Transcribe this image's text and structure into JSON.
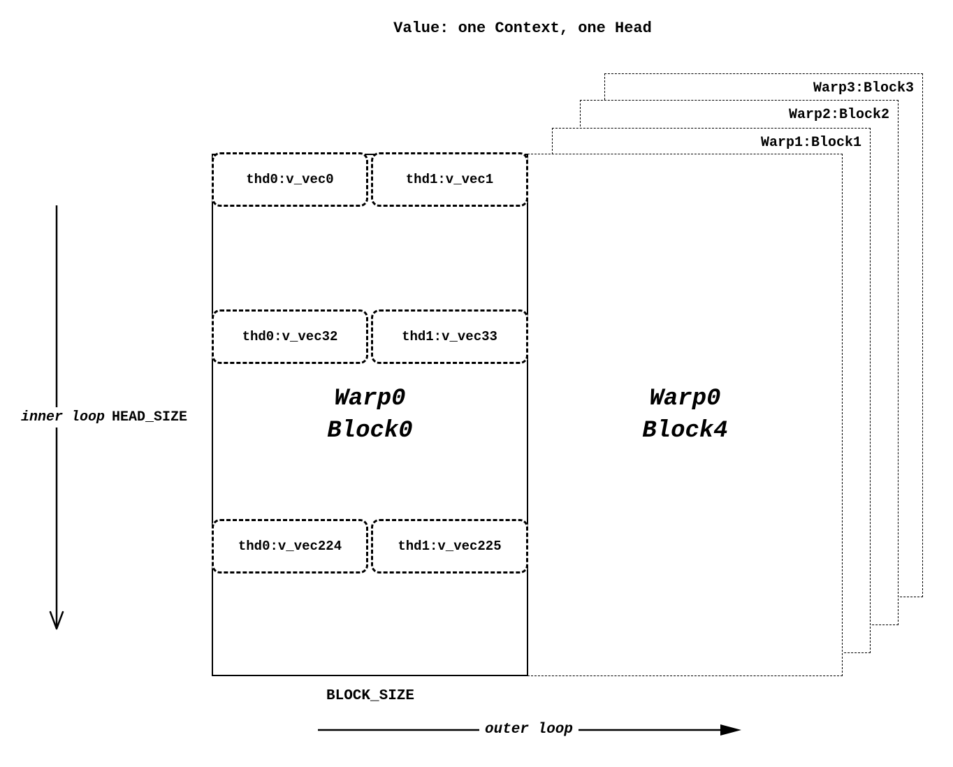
{
  "title": "Value: one Context, one Head",
  "colors": {
    "line": "#000000",
    "background": "#ffffff"
  },
  "blocks": {
    "block0": {
      "line1": "Warp0",
      "line2": "Block0",
      "rows": [
        {
          "left": "thd0:v_vec0",
          "right": "thd1:v_vec1"
        },
        {
          "left": "thd0:v_vec32",
          "right": "thd1:v_vec33"
        },
        {
          "left": "thd0:v_vec224",
          "right": "thd1:v_vec225"
        }
      ]
    },
    "block4": {
      "line1": "Warp0",
      "line2": "Block4"
    },
    "background_layers": [
      {
        "label": "Warp1:Block1"
      },
      {
        "label": "Warp2:Block2"
      },
      {
        "label": "Warp3:Block3"
      }
    ]
  },
  "annotations": {
    "inner_loop": "inner loop",
    "head_size": "HEAD_SIZE",
    "outer_loop": "outer loop",
    "block_size": "BLOCK_SIZE"
  }
}
